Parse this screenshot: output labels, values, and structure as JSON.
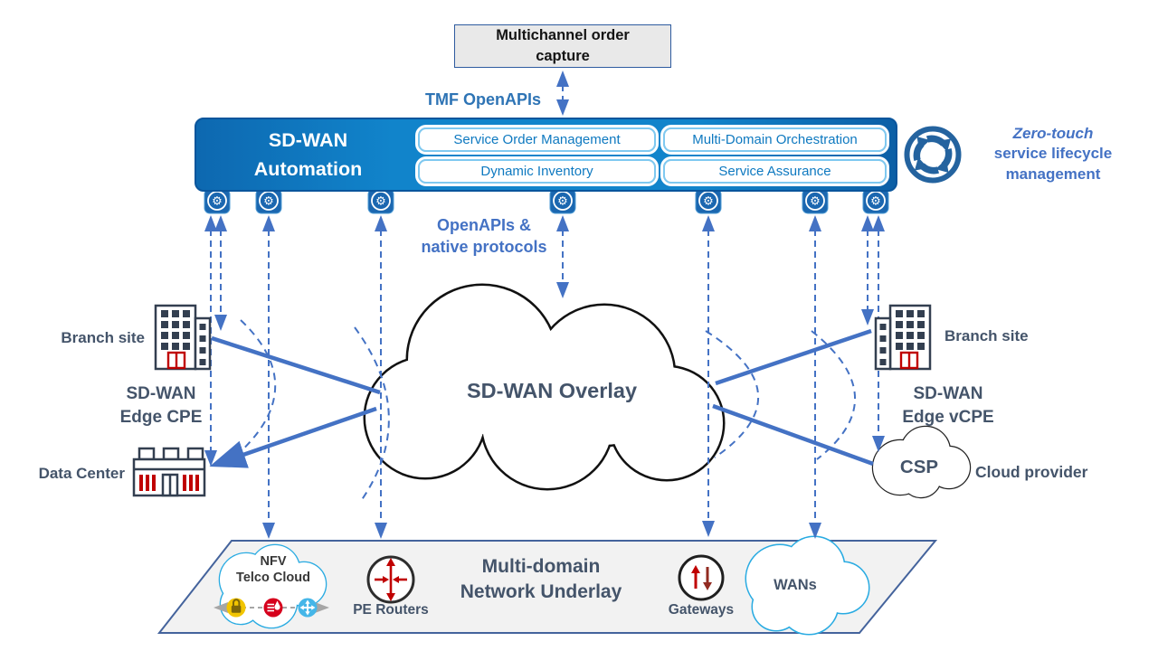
{
  "colors": {
    "accent_blue": "#4472C4",
    "banner_blue": "#1184cb",
    "slate_text": "#44546A",
    "cloud_border_blue": "#29ABE2",
    "red_accent": "#C00000"
  },
  "icons": {
    "gear_glyph": "⚙",
    "gear_name": "automation-gear-icon",
    "zero_touch_name": "zero-touch-cycle-icon"
  },
  "top": {
    "order_capture": "Multichannel order\ncapture",
    "tmf_label": "TMF OpenAPIs"
  },
  "banner": {
    "title": "SD-WAN\nAutomation",
    "modules": [
      "Service Order Management",
      "Multi-Domain Orchestration",
      "Dynamic Inventory",
      "Service Assurance"
    ]
  },
  "zero_touch": {
    "line1": "Zero-touch",
    "rest": "service lifecycle\nmanagement"
  },
  "apis_label": "OpenAPIs &\nnative protocols",
  "overlay_label": "SD-WAN Overlay",
  "left": {
    "branch_site": "Branch site",
    "edge": "SD-WAN\nEdge CPE",
    "data_center": "Data Center"
  },
  "right": {
    "branch_site": "Branch site",
    "edge": "SD-WAN\nEdge vCPE",
    "csp": "CSP",
    "cloud_provider": "Cloud provider"
  },
  "underlay": {
    "title": "Multi-domain\nNetwork Underlay",
    "nfv": "NFV\nTelco Cloud",
    "pe_routers": "PE Routers",
    "gateways": "Gateways",
    "wans": "WANs"
  }
}
